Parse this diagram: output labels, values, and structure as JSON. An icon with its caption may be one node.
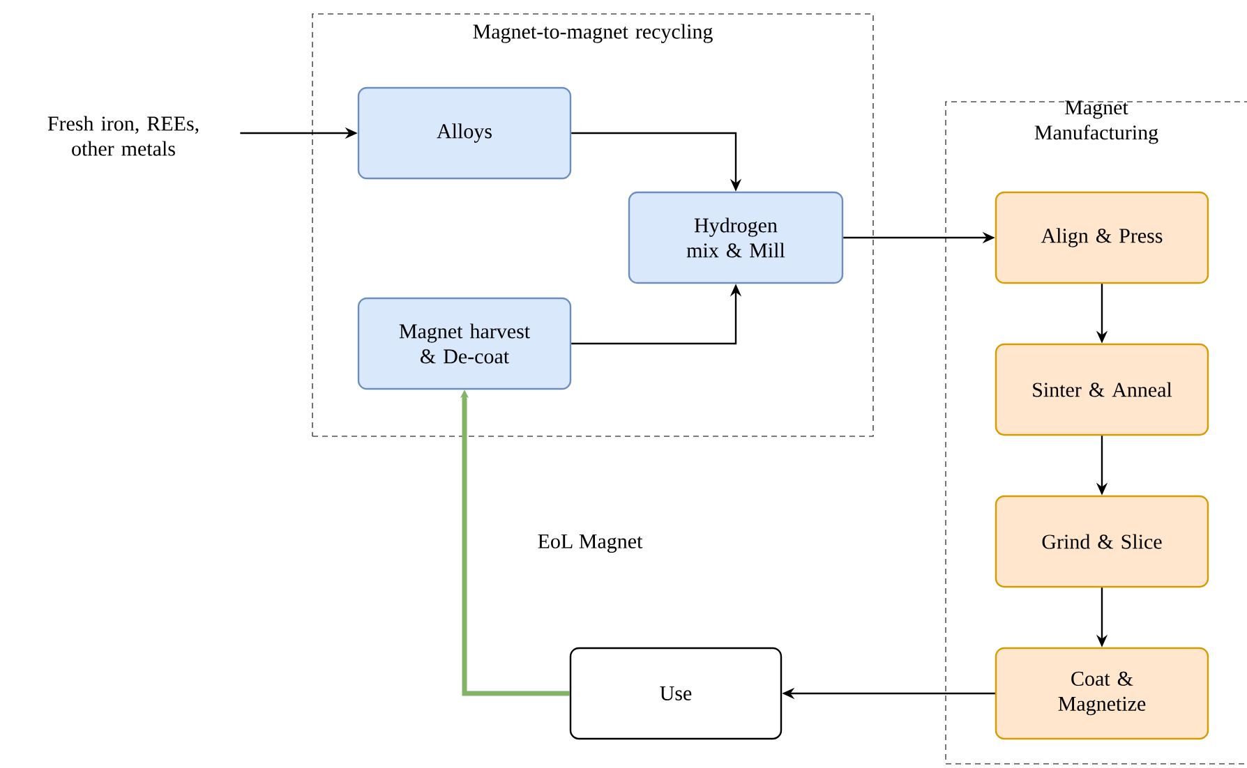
{
  "diagram": {
    "nodes": [
      {
        "text": [
          "Magnet-to-magnet recycling"
        ]
      },
      {
        "text": [
          "Alloys"
        ],
        "in": 0
      },
      {
        "text": [
          "Hydrogen mix & Mill"
        ],
        "in": 0
      },
      {
        "text": [
          "Magnet harvest & De-coat"
        ],
        "in": 0
      },
      {
        "text": [
          "Fresh iron, REEs, other metals"
        ]
      },
      {
        "text": [
          "Magnet Manufacturing"
        ]
      },
      {
        "text": [
          "Align & Press"
        ],
        "in": 5
      },
      {
        "text": [
          "Sinter & Anneal"
        ],
        "in": 5
      },
      {
        "text": [
          "Grind & Slice"
        ],
        "in": 5
      },
      {
        "text": [
          "Coat & Magnetize"
        ],
        "in": 5
      },
      {
        "text": [
          "Use"
        ]
      }
    ],
    "edges": [
      {
        "from": 4,
        "to": 1,
        "arrow": "to"
      },
      {
        "from": 1,
        "to": 2,
        "arrow": "to"
      },
      {
        "from": 3,
        "to": 2,
        "arrow": "to"
      },
      {
        "from": 2,
        "to": 6,
        "arrow": "to"
      },
      {
        "from": 6,
        "to": 7,
        "arrow": "to"
      },
      {
        "from": 7,
        "to": 8,
        "arrow": "to"
      },
      {
        "from": 8,
        "to": 9,
        "arrow": "to"
      },
      {
        "from": 9,
        "to": 10,
        "arrow": "to"
      },
      {
        "from": 10,
        "to": 3,
        "arrow": "to",
        "label": "EoL Magnet",
        "style": "thick",
        "color": "#82b366"
      }
    ]
  }
}
